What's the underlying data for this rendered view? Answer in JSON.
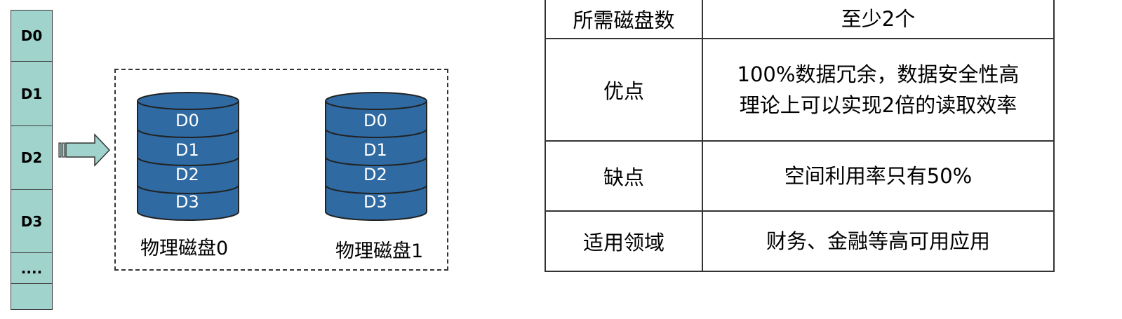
{
  "strip": {
    "cells": [
      "D0",
      "D1",
      "D2",
      "D3",
      "...."
    ]
  },
  "disks": [
    {
      "labels": [
        "D0",
        "D1",
        "D2",
        "D3"
      ],
      "name": "物理磁盘0"
    },
    {
      "labels": [
        "D0",
        "D1",
        "D2",
        "D3"
      ],
      "name": "物理磁盘1"
    }
  ],
  "colors": {
    "strip_fill": "#9fd3cc",
    "disk_fill": "#2f6aa3",
    "arrow_fill": "#9fd3cc"
  },
  "table": {
    "rows": [
      {
        "key": "所需磁盘数",
        "value": "至少2个"
      },
      {
        "key": "优点",
        "value_line1": "100%数据冗余，数据安全性高",
        "value_line2": "理论上可以实现2倍的读取效率"
      },
      {
        "key": "缺点",
        "value": "空间利用率只有50%"
      },
      {
        "key": "适用领域",
        "value": "财务、金融等高可用应用"
      }
    ]
  }
}
